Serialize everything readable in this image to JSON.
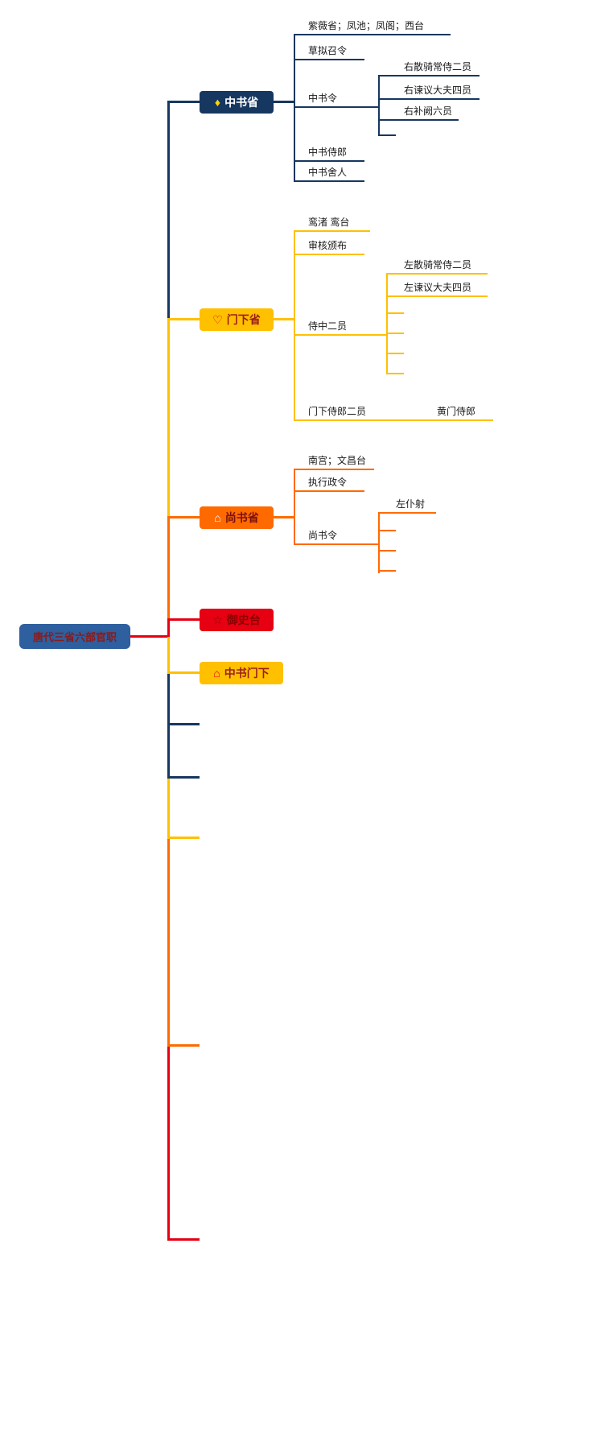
{
  "root": {
    "label": "唐代三省六部官职"
  },
  "colors": {
    "root_bg": "#2e5f9e",
    "navy": "#16375f",
    "yellow": "#ffc000",
    "orange": "#ff6a00",
    "red": "#e60012",
    "dark_red_text": "#9c1c1c"
  },
  "icons": {
    "gem": "♦",
    "heart": "♡",
    "home": "⌂",
    "star": "☆"
  },
  "branches": [
    {
      "label": "中书省",
      "icon": "gem-icon",
      "color": "#16375f",
      "children": [
        {
          "label": "紫薇省；凤池；凤阁；西台"
        },
        {
          "label": "草拟召令"
        },
        {
          "label": "中书令",
          "children": [
            {
              "label": "右散骑常侍二员"
            },
            {
              "label": "右谏议大夫四员"
            },
            {
              "label": "右补阙六员"
            },
            {
              "label": ""
            }
          ]
        },
        {
          "label": "中书侍郎"
        },
        {
          "label": "中书舍人"
        }
      ]
    },
    {
      "label": "门下省",
      "icon": "heart-icon",
      "color": "#ffc000",
      "children": [
        {
          "label": "鸾渚 鸾台"
        },
        {
          "label": "审核颁布"
        },
        {
          "label": "侍中二员",
          "children": [
            {
              "label": "左散骑常侍二员"
            },
            {
              "label": "左谏议大夫四员"
            },
            {
              "label": ""
            },
            {
              "label": ""
            },
            {
              "label": ""
            },
            {
              "label": ""
            }
          ]
        },
        {
          "label": "门下侍郎二员",
          "children": [
            {
              "label": "黄门侍郎"
            }
          ]
        }
      ]
    },
    {
      "label": "尚书省",
      "icon": "home-icon",
      "color": "#ff6a00",
      "children": [
        {
          "label": "南宫；文昌台"
        },
        {
          "label": "执行政令"
        },
        {
          "label": "尚书令",
          "children": [
            {
              "label": "左仆射"
            },
            {
              "label": ""
            },
            {
              "label": ""
            },
            {
              "label": ""
            }
          ]
        }
      ]
    },
    {
      "label": "御史台",
      "icon": "star-icon",
      "color": "#e60012",
      "children": []
    },
    {
      "label": "中书门下",
      "icon": "home-icon",
      "color": "#ffc000",
      "children": []
    }
  ],
  "unfilled_branches": [
    {
      "color": "#16375f"
    },
    {
      "color": "#16375f"
    },
    {
      "color": "#ffc000"
    },
    {
      "color": "#ff6a00"
    },
    {
      "color": "#e60012"
    }
  ]
}
